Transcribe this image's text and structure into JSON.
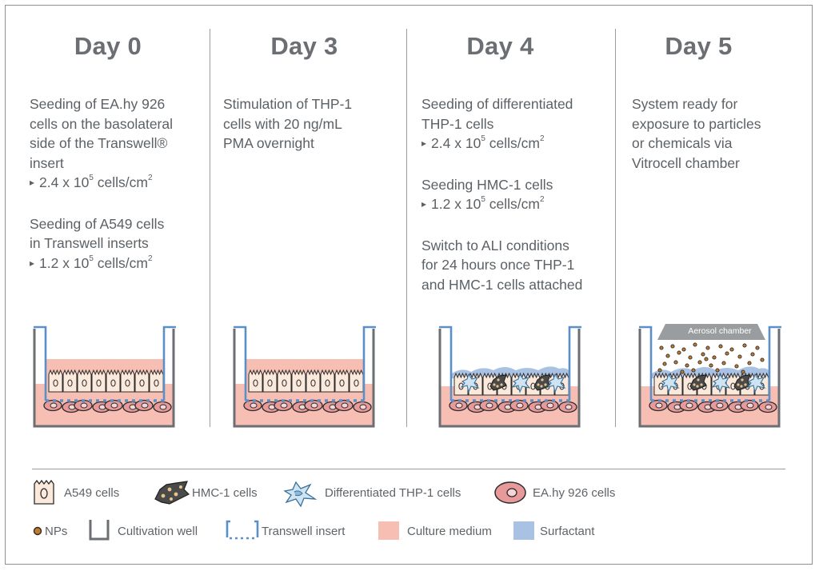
{
  "columns": [
    {
      "day": "Day 0",
      "paragraphs": [
        {
          "lines": [
            "Seeding of EA.hy 926",
            "cells on the basolateral",
            "side of the Transwell®",
            "insert"
          ],
          "bullet": {
            "pre": "2.4 x 10",
            "exp": "5",
            "post": " cells/cm",
            "unitexp": "2"
          }
        },
        {
          "lines": [
            "Seeding of A549 cells",
            "in Transwell inserts"
          ],
          "bullet": {
            "pre": "1.2 x 10",
            "exp": "5",
            "post": " cells/cm",
            "unitexp": "2"
          }
        }
      ]
    },
    {
      "day": "Day 3",
      "paragraphs": [
        {
          "lines": [
            "Stimulation of THP-1",
            "cells with 20 ng/mL",
            "PMA overnight"
          ]
        }
      ]
    },
    {
      "day": "Day 4",
      "paragraphs": [
        {
          "lines": [
            "Seeding of differentiated",
            "THP-1 cells"
          ],
          "bullet": {
            "pre": "2.4 x 10",
            "exp": "5",
            "post": " cells/cm",
            "unitexp": "2"
          }
        },
        {
          "lines": [
            "Seeding HMC-1 cells"
          ],
          "bullet": {
            "pre": "1.2 x 10",
            "exp": "5",
            "post": " cells/cm",
            "unitexp": "2"
          }
        },
        {
          "lines": [
            "Switch to ALI conditions",
            "for 24 hours once THP-1",
            "and HMC-1 cells attached"
          ]
        }
      ]
    },
    {
      "day": "Day 5",
      "paragraphs": [
        {
          "lines": [
            "System ready for",
            "exposure to particles",
            "or chemicals via",
            "Vitrocell chamber"
          ]
        }
      ]
    }
  ],
  "aerosol_label": "Aerosol chamber",
  "legend": {
    "a549": "A549 cells",
    "hmc1": "HMC-1 cells",
    "thp1": "Differentiated THP-1 cells",
    "eahy": "EA.hy 926 cells",
    "nps": "NPs",
    "well": "Cultivation well",
    "insert": "Transwell insert",
    "medium": "Culture medium",
    "surfactant": "Surfactant"
  },
  "colors": {
    "medium": "#f7bfb4",
    "surfactant": "#a9c1e3",
    "insert": "#5b8fc8",
    "well": "#6b6e72",
    "cell_fill": "#fbe9dc",
    "ea_cell": "#e89a9a",
    "np": "#c4792b"
  }
}
